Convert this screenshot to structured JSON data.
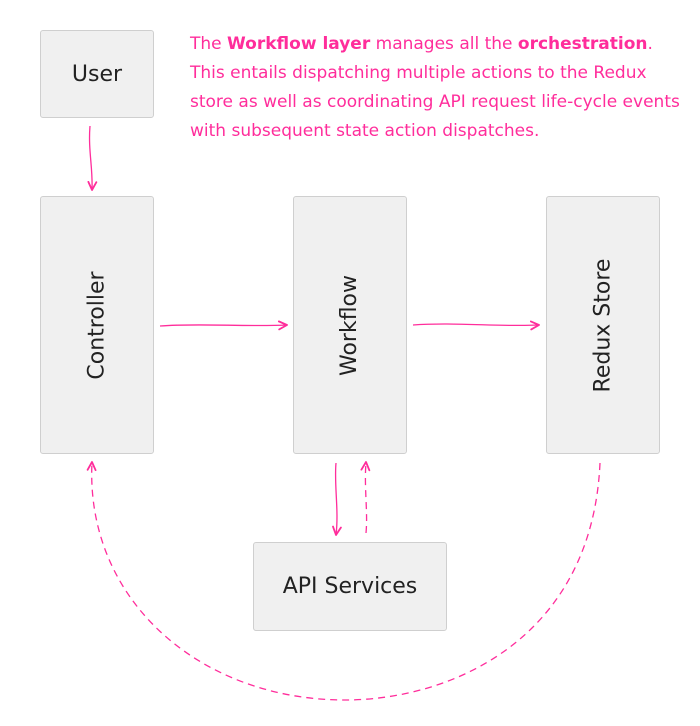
{
  "nodes": {
    "user": "User",
    "controller": "Controller",
    "workflow": "Workflow",
    "redux_store": "Redux Store",
    "api_services": "API Services"
  },
  "note": {
    "intro": "The",
    "bold_1": "Workflow layer",
    "middle": "manages all the",
    "bold_2": "orchestration",
    "rest": ". This entails dispatching multiple actions to the Redux store as well as coordinating API request life-cycle events with subsequent state action dispatches."
  },
  "colors": {
    "accent": "#ff2d9b",
    "box_fill": "#f0f0f0",
    "box_border": "#cfcfcf",
    "text": "#222222"
  }
}
